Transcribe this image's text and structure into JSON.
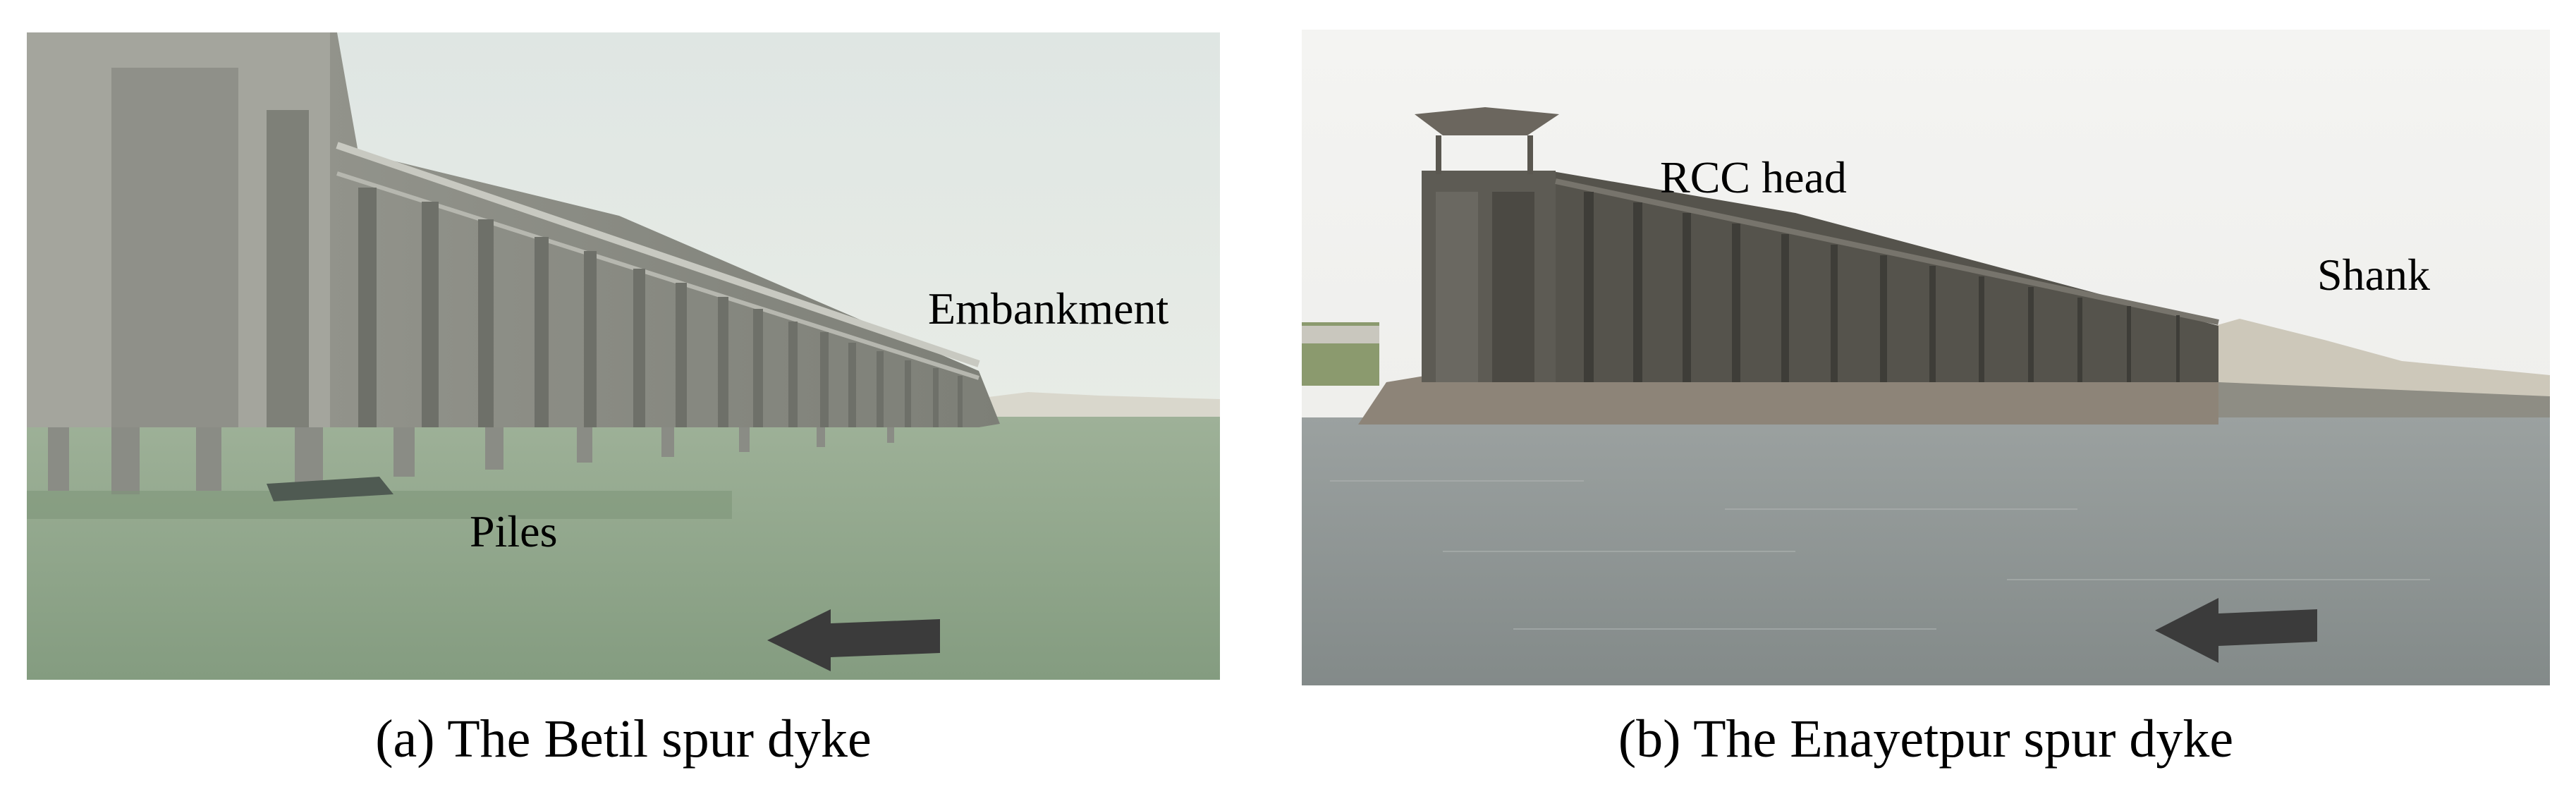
{
  "figure": {
    "panel_a": {
      "caption": "(a) The Betil spur dyke",
      "labels": {
        "embankment": "Embankment",
        "piles": "Piles"
      },
      "flow_arrow": "left-arrow-icon"
    },
    "panel_b": {
      "caption": "(b) The Enayetpur spur dyke",
      "labels": {
        "rcc_head": "RCC head",
        "shank": "Shank"
      },
      "flow_arrow": "left-arrow-icon"
    }
  },
  "colors": {
    "water_a": "#8fa58a",
    "water_b": "#8e9595",
    "sky_a": "#e9ece2",
    "sky_b": "#f1f1ef",
    "concrete_a": "#8f918a",
    "concrete_b": "#55534c",
    "arrow": "#3b3b3b"
  }
}
